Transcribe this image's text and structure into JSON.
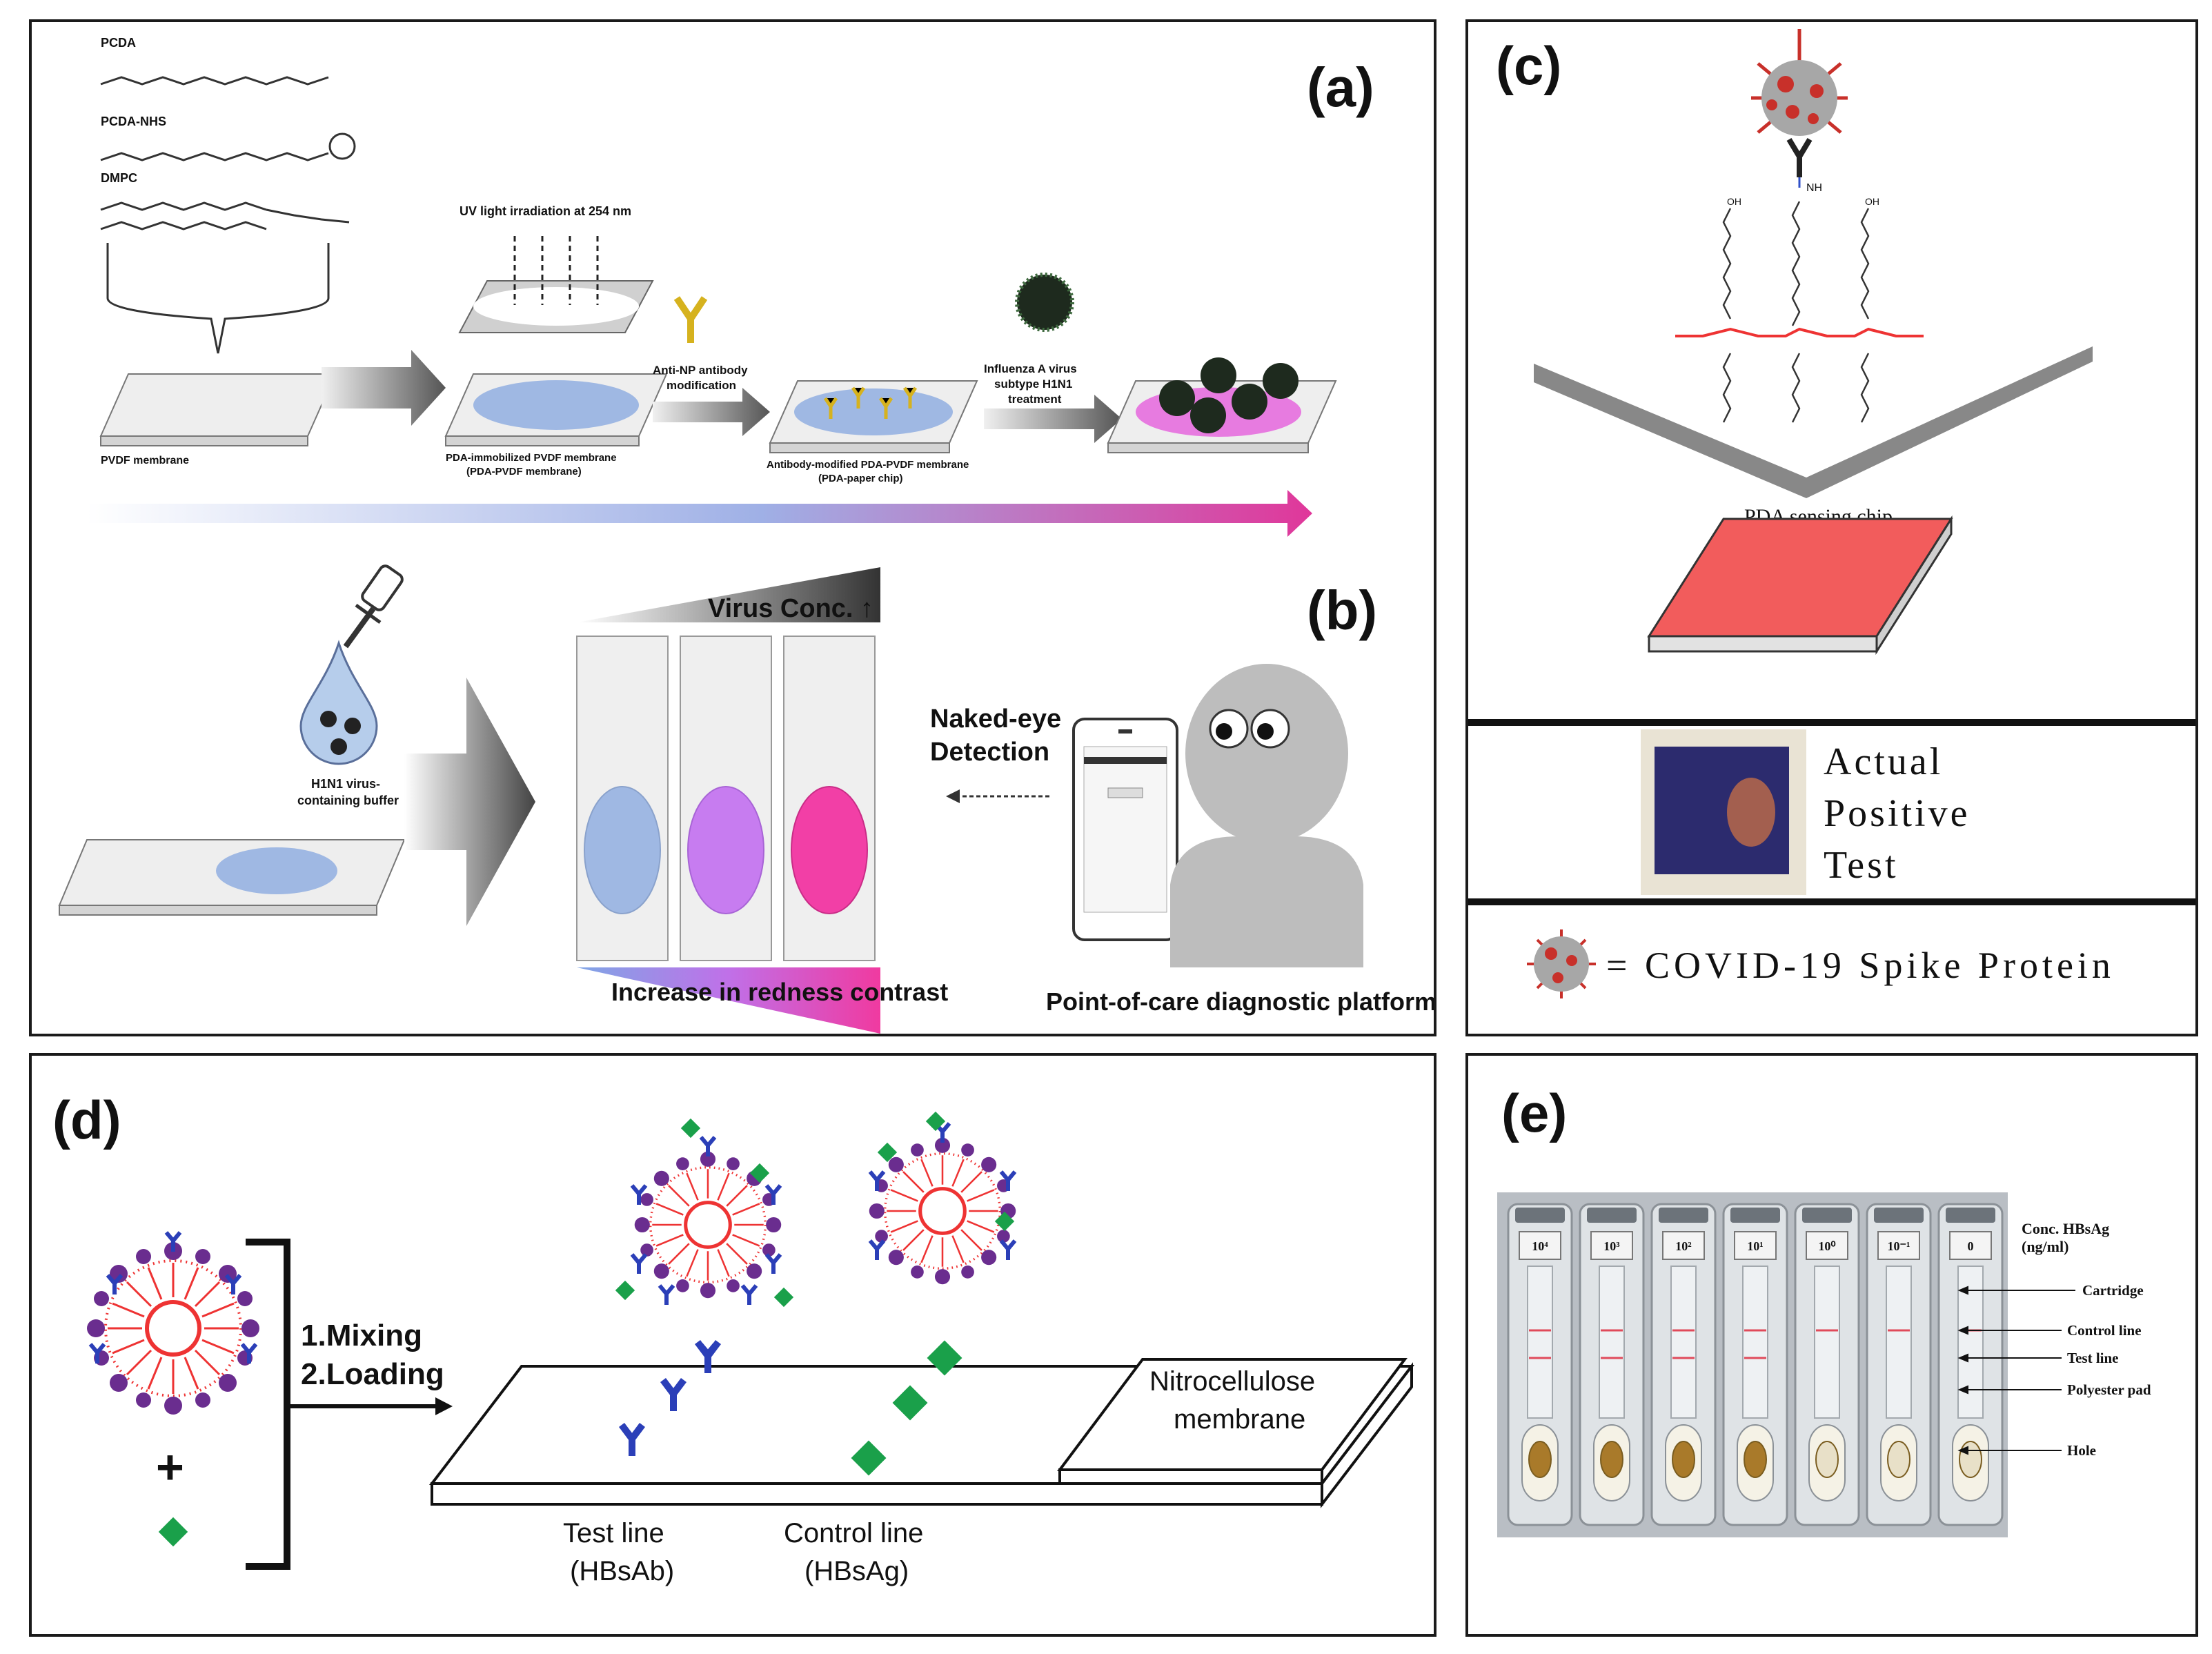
{
  "panel_a": {
    "label": "(a)",
    "lipids": [
      "PCDA",
      "PCDA-NHS",
      "DMPC"
    ],
    "uv_label": "UV light irradiation at 254 nm",
    "antibody_step": [
      "Anti-NP antibody",
      "modification"
    ],
    "virus_step": [
      "Influenza A virus",
      "subtype H1N1",
      "treatment"
    ],
    "membrane_1": "PVDF membrane",
    "membrane_2": [
      "PDA-immobilized PVDF membrane",
      "(PDA-PVDF membrane)"
    ],
    "membrane_3": [
      "Antibody-modified PDA-PVDF membrane",
      "(PDA-paper chip)"
    ]
  },
  "panel_b": {
    "label": "(b)",
    "buffer": [
      "H1N1 virus-",
      "containing buffer"
    ],
    "virus_conc": "Virus Conc. ↑",
    "redness": "Increase in redness contrast",
    "detection": [
      "Naked-eye",
      "Detection"
    ],
    "platform": "Point-of-care diagnostic platform"
  },
  "panel_c": {
    "label": "(c)",
    "chip": "PDA sensing chip",
    "actual": [
      "Actual",
      "Positive",
      "Test"
    ],
    "legend": "= COVID-19 Spike Protein",
    "oh": "OH",
    "nh": "NH"
  },
  "panel_d": {
    "label": "(d)",
    "steps": [
      "1.Mixing",
      "2.Loading"
    ],
    "plus": "+",
    "membrane": [
      "Nitrocellulose",
      "membrane"
    ],
    "test_line": [
      "Test line",
      "(HBsAb)"
    ],
    "control_line": [
      "Control line",
      "(HBsAg)"
    ]
  },
  "panel_e": {
    "label": "(e)",
    "concentrations": [
      "10⁴",
      "10³",
      "10²",
      "10¹",
      "10⁰",
      "10⁻¹",
      "0"
    ],
    "conc_title": [
      "Conc. HBsAg",
      "(ng/ml)"
    ],
    "parts": [
      "Cartridge",
      "Control line",
      "Test  line",
      "Polyester pad",
      "Hole"
    ]
  },
  "colors": {
    "accent_magenta": "#e0379a",
    "pda_blue": "#9fb8e3",
    "pda_red": "#f25c5c",
    "virus_red": "#c8302a",
    "antibody_blue": "#2b3fb8",
    "antigen_green": "#1aa04a",
    "liposome_purple": "#6a2d8f"
  }
}
